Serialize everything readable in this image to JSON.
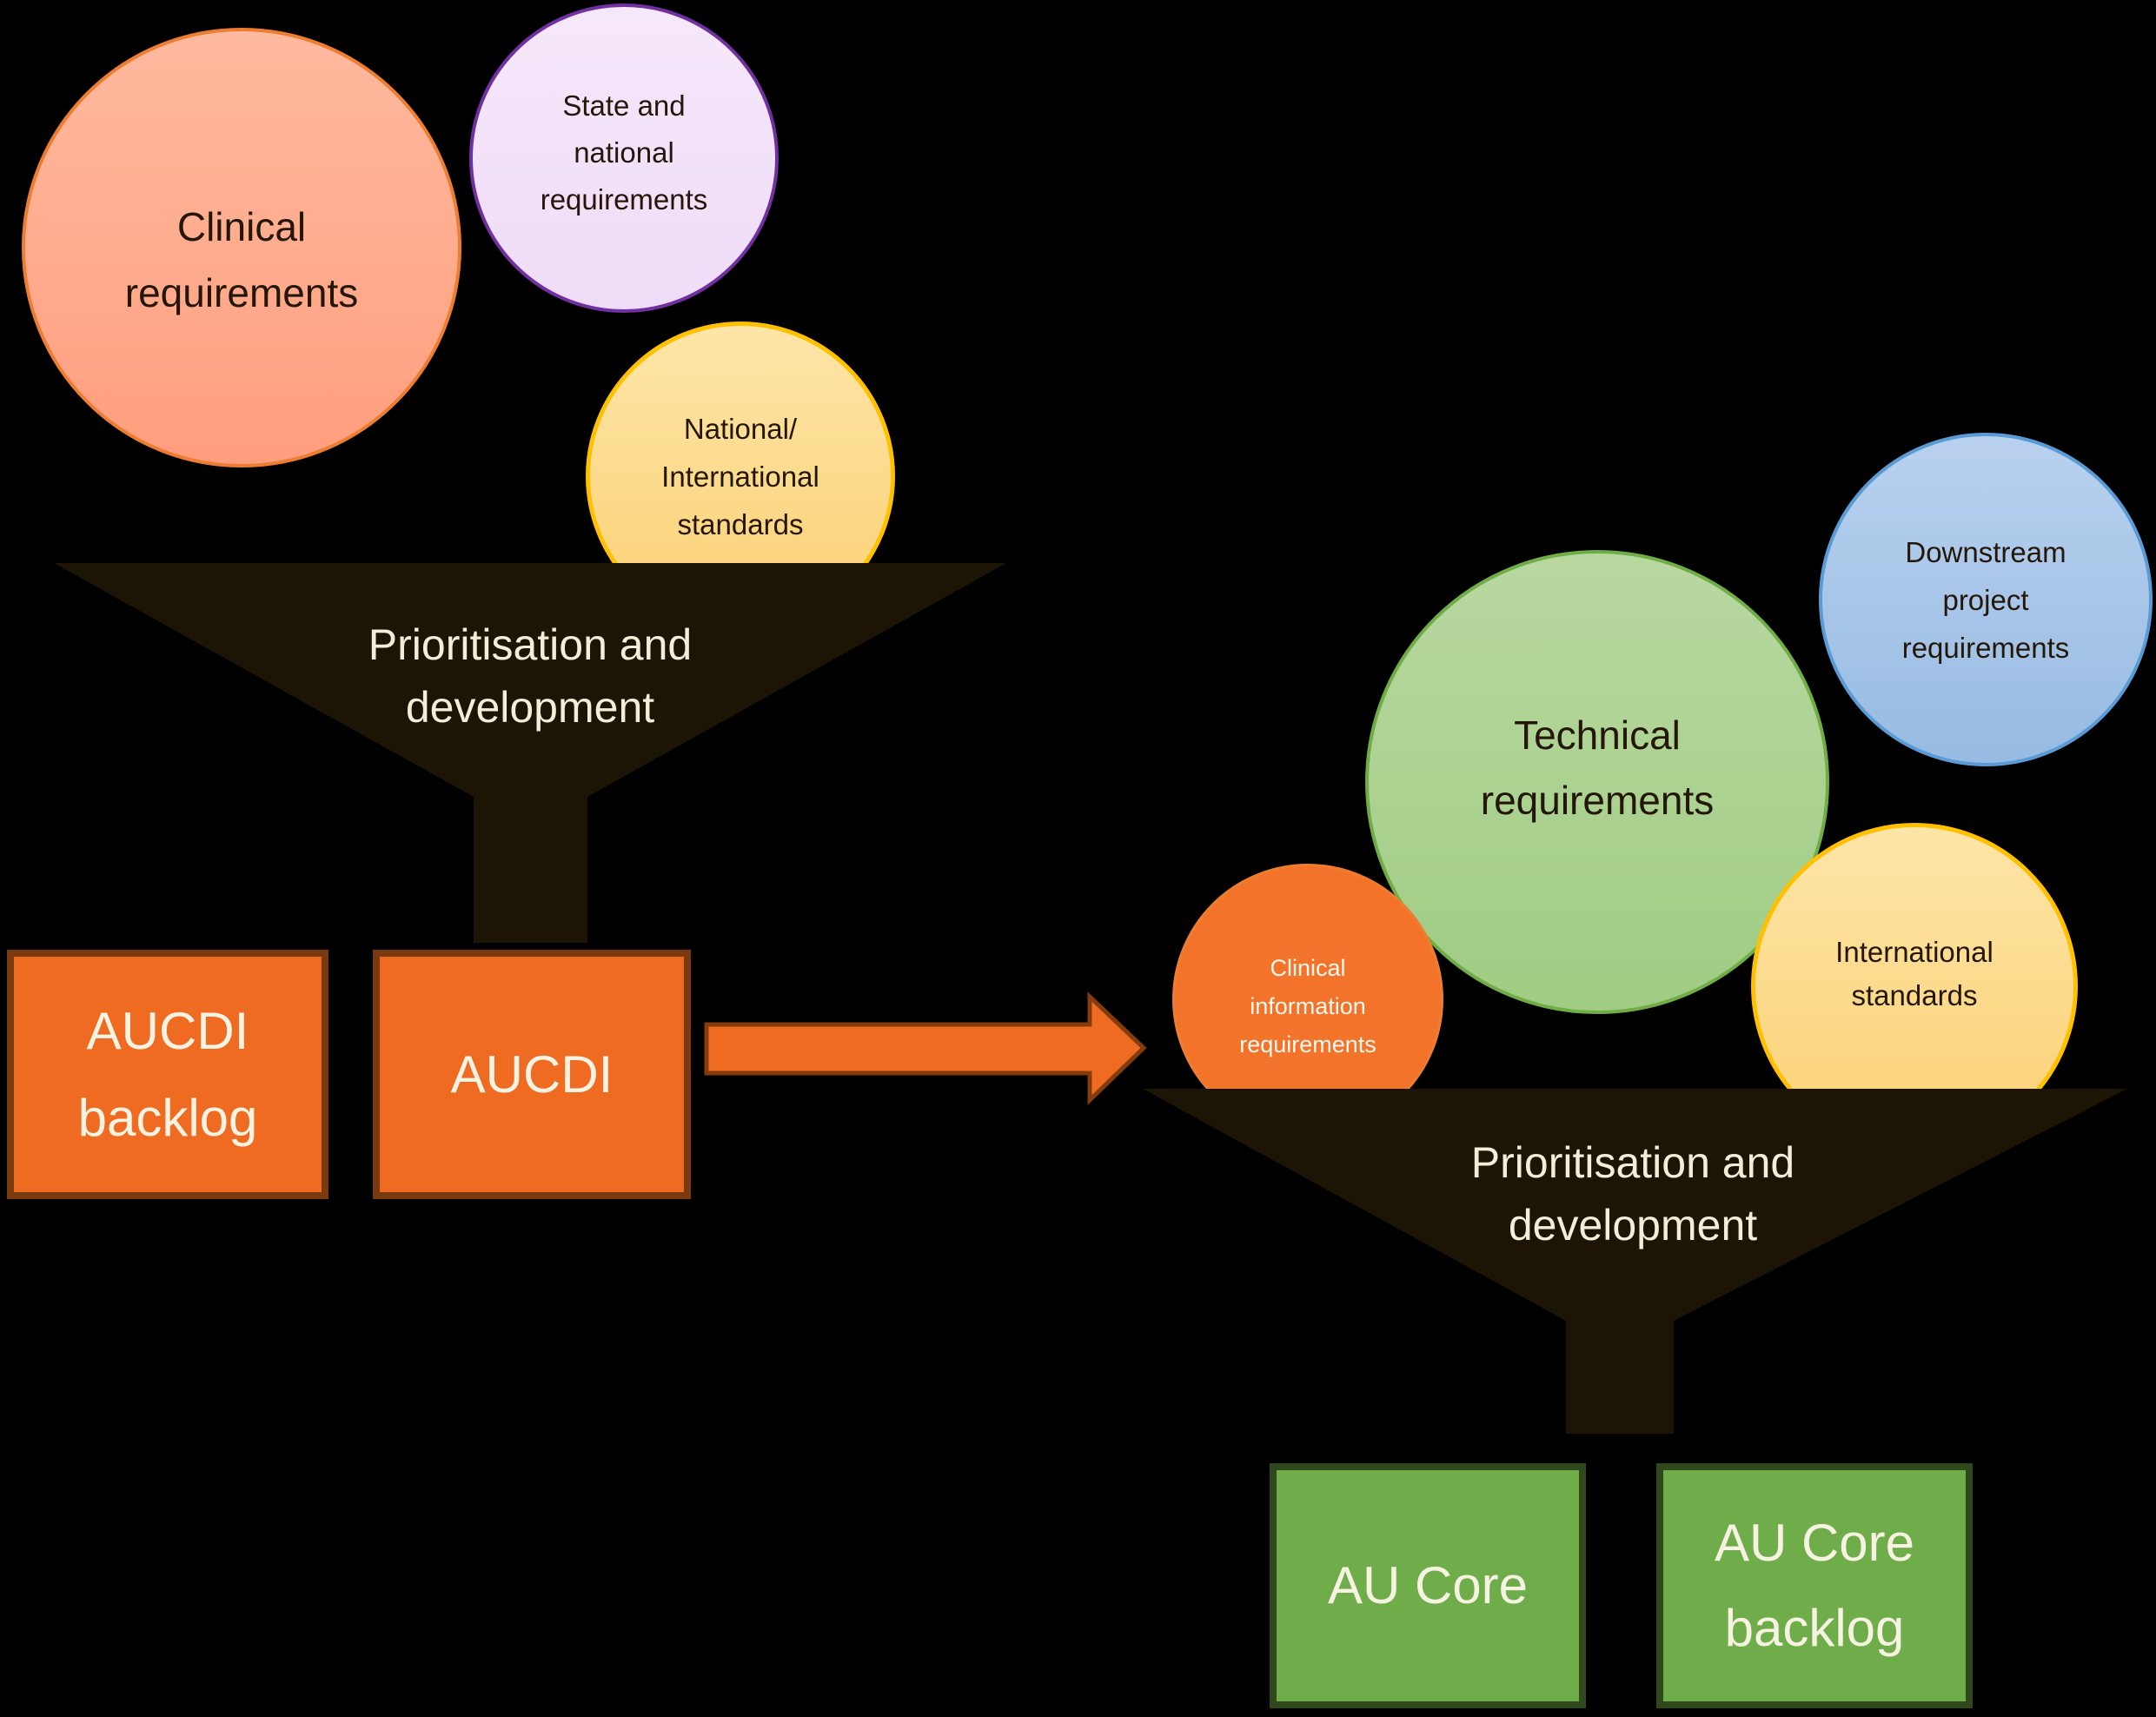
{
  "palette": {
    "background": "#000000",
    "funnel_fill": "#1C1405",
    "funnel_text": "#F2EFD9",
    "dark_text": "#241709",
    "cream_text": "#F7F3E2",
    "white_text": "#FDF8F0",
    "salmon_fill_top": "#FFBA9F",
    "salmon_fill_bottom": "#FF9E7E",
    "salmon_border": "#ED7D31",
    "purple_fill_top": "#F6E8FB",
    "purple_fill_bottom": "#EFDCF7",
    "purple_border": "#7030A0",
    "yellow_fill_top": "#FDE5A8",
    "yellow_fill_bottom": "#FBD174",
    "yellow_border": "#FFC000",
    "green_circle_fill_top": "#B8D8A1",
    "green_circle_fill_bottom": "#A0CC83",
    "green_circle_border": "#70AD47",
    "blue_fill_top": "#B9D1EF",
    "blue_fill_bottom": "#97BBE2",
    "blue_border": "#5B9BD5",
    "orange_circle_fill": "#F4732A",
    "orange_circle_border": "#ED7D31",
    "orange_box_fill": "#F06B22",
    "orange_box_border": "#7A3A10",
    "green_box_fill": "#6FAC4A",
    "green_box_border": "#2F481C",
    "arrow_fill": "#F06B22",
    "arrow_border": "#843C0C"
  },
  "left_flow": {
    "clinical_circle": {
      "lines": [
        "Clinical",
        "requirements"
      ]
    },
    "state_circle": {
      "lines": [
        "State and",
        "national",
        "requirements"
      ]
    },
    "standards_circle": {
      "lines": [
        "National/",
        "International",
        "standards"
      ]
    },
    "funnel": {
      "lines": [
        "Prioritisation and",
        "development"
      ]
    },
    "backlog_box": {
      "lines": [
        "AUCDI",
        "backlog"
      ]
    },
    "aucdi_box": {
      "lines": [
        "AUCDI"
      ]
    }
  },
  "right_flow": {
    "technical_circle": {
      "lines": [
        "Technical",
        "requirements"
      ]
    },
    "downstream_circle": {
      "lines": [
        "Downstream",
        "project",
        "requirements"
      ]
    },
    "clinical_info_circle": {
      "lines": [
        "Clinical",
        "information",
        "requirements"
      ]
    },
    "international_circle": {
      "lines": [
        "International",
        "standards"
      ]
    },
    "funnel": {
      "lines": [
        "Prioritisation and",
        "development"
      ]
    },
    "aucore_box": {
      "lines": [
        "AU Core"
      ]
    },
    "aucore_backlog_box": {
      "lines": [
        "AU Core",
        "backlog"
      ]
    }
  }
}
